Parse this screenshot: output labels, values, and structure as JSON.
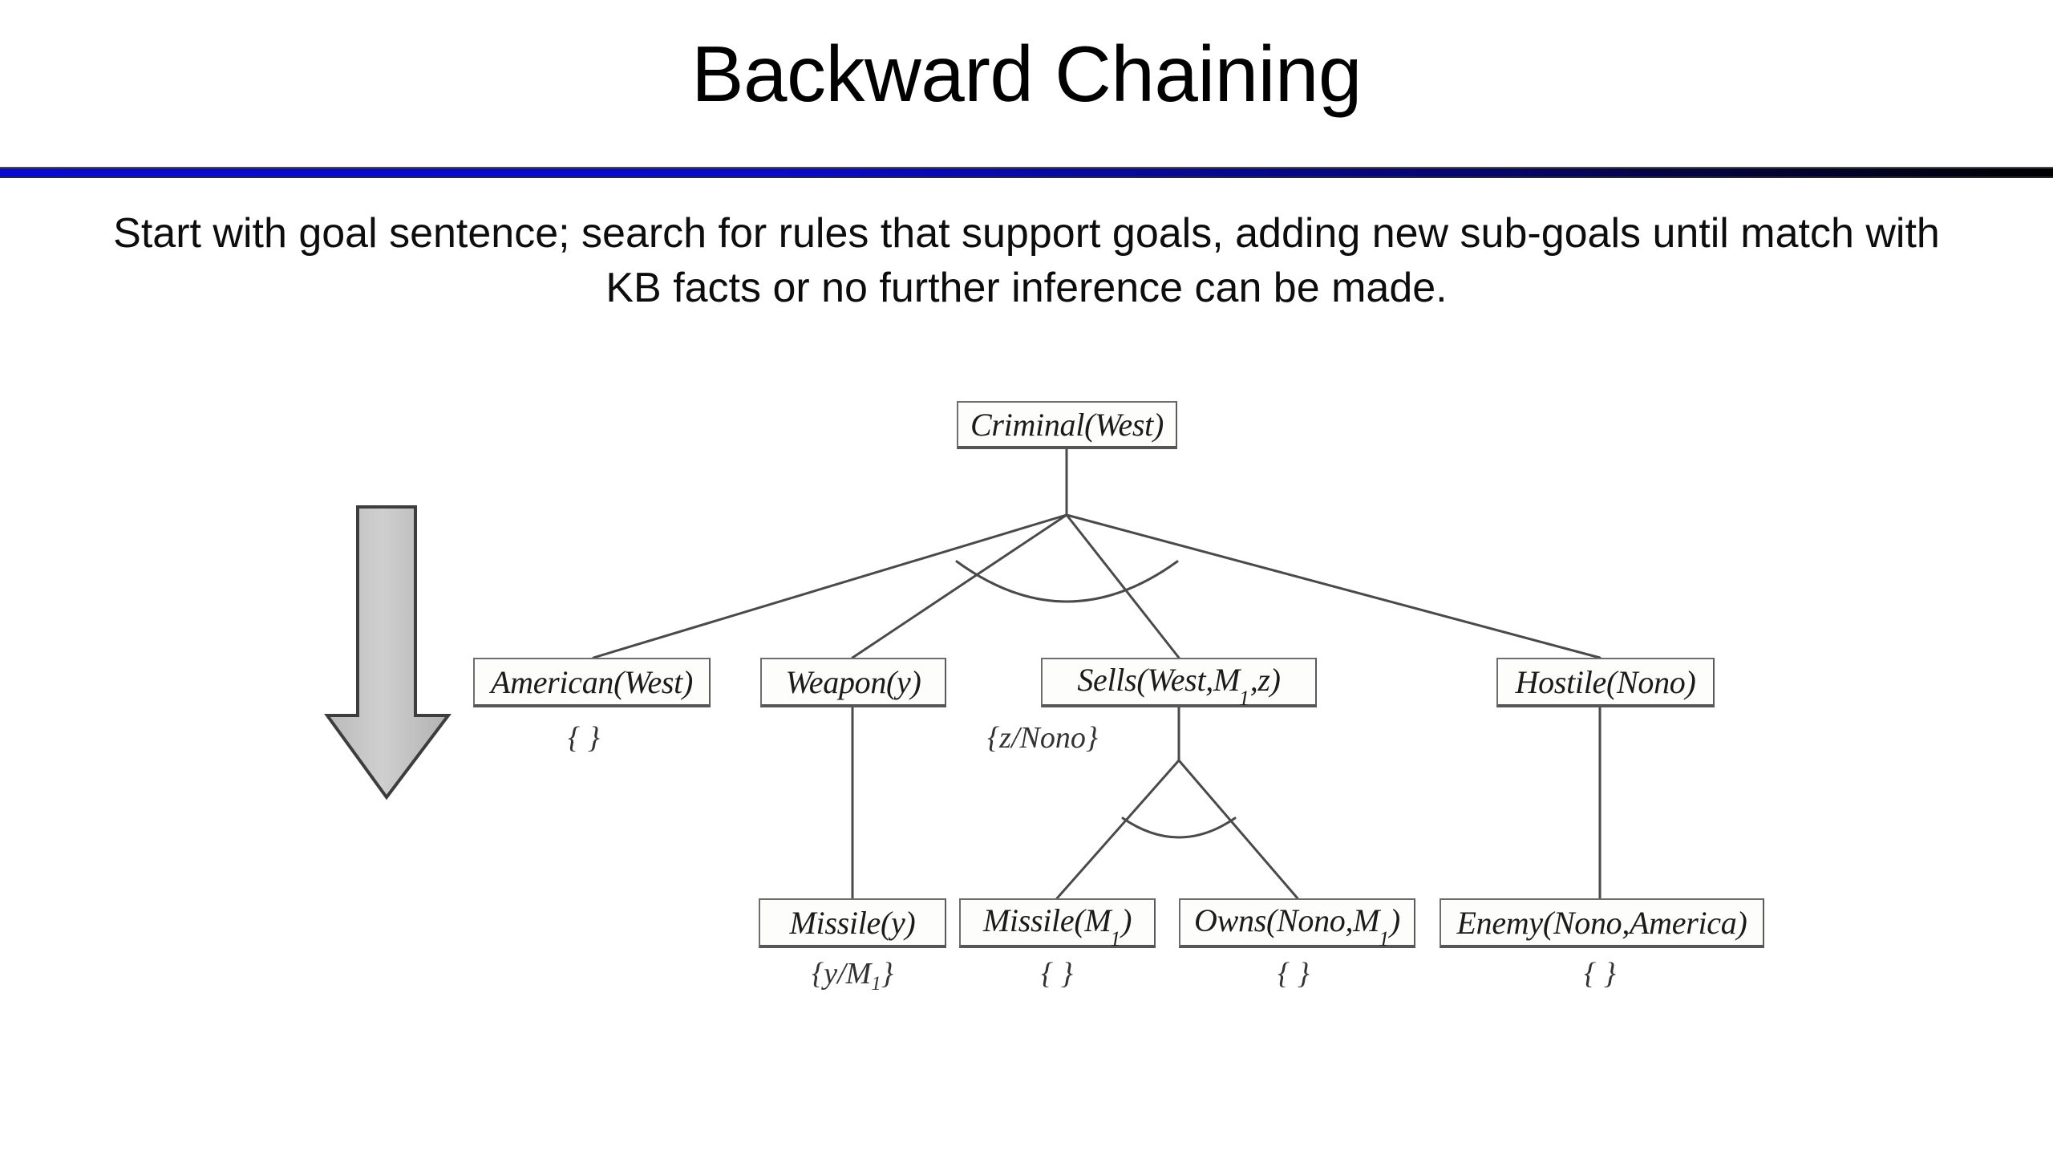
{
  "slide": {
    "title": "Backward Chaining",
    "subtitle": "Start with goal sentence; search for rules that support goals, adding new sub-goals until match with KB facts or no further inference can be made.",
    "rule_color_start": "#0a0ad0",
    "rule_color_end": "#000000",
    "background": "#ffffff"
  },
  "diagram": {
    "kind": "and-or-proof-tree",
    "direction_arrow": {
      "name": "downward-direction-arrow",
      "direction": "down",
      "fill": "#c3c3c3",
      "stroke": "#3d3d3d"
    },
    "nodes": [
      {
        "id": "criminal",
        "label_html": "Criminal(West)",
        "label_text": "Criminal(West)",
        "level": 0,
        "subst": null
      },
      {
        "id": "american",
        "label_html": "American(West)",
        "label_text": "American(West)",
        "level": 1,
        "subst": "{ }"
      },
      {
        "id": "weapon",
        "label_html": "Weapon(y)",
        "label_text": "Weapon(y)",
        "level": 1,
        "subst": null
      },
      {
        "id": "sells",
        "label_html": "Sells(West,M<span class=\"sub\">1</span>,z)",
        "label_text": "Sells(West,M1,z)",
        "level": 1,
        "subst": "{z/Nono}"
      },
      {
        "id": "hostile",
        "label_html": "Hostile(Nono)",
        "label_text": "Hostile(Nono)",
        "level": 1,
        "subst": null
      },
      {
        "id": "missile-y",
        "label_html": "Missile(y)",
        "label_text": "Missile(y)",
        "level": 2,
        "subst": "{y/M1}"
      },
      {
        "id": "missile-m1",
        "label_html": "Missile(M<span class=\"sub\">1</span>)",
        "label_text": "Missile(M1)",
        "level": 2,
        "subst": "{ }"
      },
      {
        "id": "owns",
        "label_html": "Owns(Nono,M<span class=\"sub\">1</span>)",
        "label_text": "Owns(Nono,M1)",
        "level": 2,
        "subst": "{ }"
      },
      {
        "id": "enemy",
        "label_html": "Enemy(Nono,America)",
        "label_text": "Enemy(Nono,America)",
        "level": 2,
        "subst": "{ }"
      }
    ],
    "substitutions": {
      "american": "{ }",
      "sells": "{z/Nono}",
      "missile_y": "{y/M",
      "missile_y_sub": "1",
      "missile_y_end": "}",
      "missile_m1": "{ }",
      "owns": "{ }",
      "enemy": "{ }"
    },
    "edges": [
      {
        "from": "criminal",
        "to": "american"
      },
      {
        "from": "criminal",
        "to": "weapon"
      },
      {
        "from": "criminal",
        "to": "sells"
      },
      {
        "from": "criminal",
        "to": "hostile"
      },
      {
        "from": "weapon",
        "to": "missile-y"
      },
      {
        "from": "sells",
        "to": "missile-m1"
      },
      {
        "from": "sells",
        "to": "owns"
      },
      {
        "from": "hostile",
        "to": "enemy"
      }
    ],
    "and_arcs": [
      {
        "at": "criminal",
        "note": "conjunction arc across four sub-goals"
      },
      {
        "at": "sells",
        "note": "conjunction arc across two sub-goals"
      }
    ],
    "line_color": "#4a4a4a",
    "node_border": "#6e6e6e",
    "node_fill": "#fdfdfb"
  }
}
